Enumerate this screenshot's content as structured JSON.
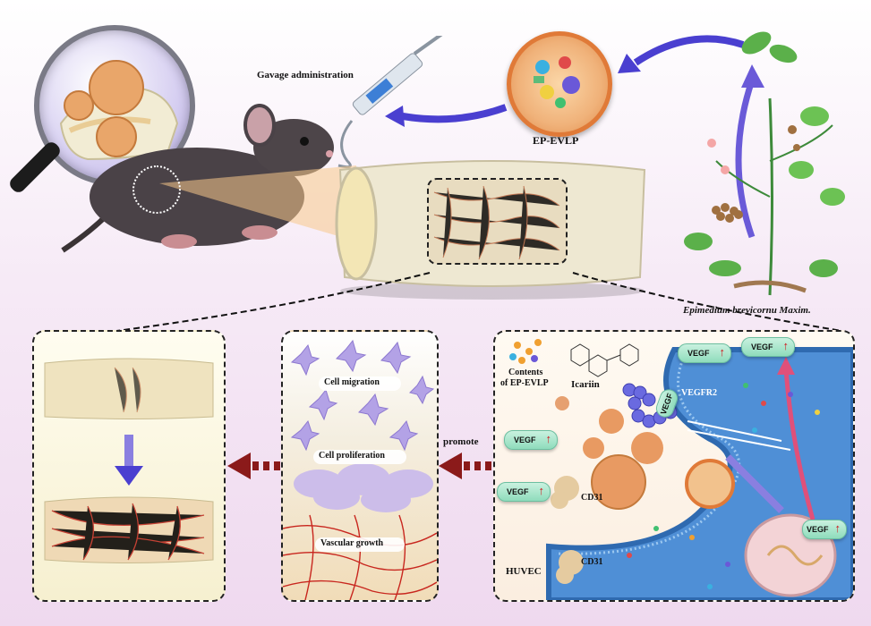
{
  "top": {
    "gavage_label": "Gavage administration",
    "evlp_label": "EP-EVLP",
    "plant_label": "Epimedium brevicornu Maxim."
  },
  "middle": {
    "promote_label": "promote"
  },
  "panel2": {
    "cell_migration": "Cell migration",
    "cell_proliferation": "Cell proliferation",
    "vascular_growth": "Vascular growth"
  },
  "panel3": {
    "contents_label_1": "Contents",
    "contents_label_2": "of EP-EVLP",
    "icariin_label": "Icariin",
    "vegf_label": "VEGF",
    "vegfr2_label": "VEGFR2",
    "cd31_label": "CD31",
    "huvec_label": "HUVEC"
  },
  "colors": {
    "arrow_blue": "#4a3fd0",
    "promote_arrow": "#8b1a1a",
    "vessel_red": "#c8261e",
    "cell_purple": "#9a7fd6",
    "vegf_pill": "#9fe0c3"
  }
}
